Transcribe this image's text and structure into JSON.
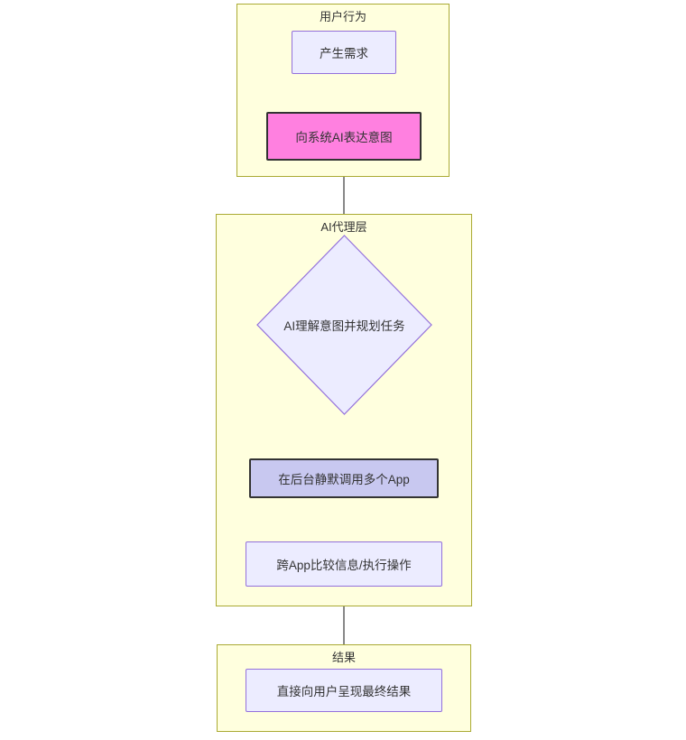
{
  "diagram": {
    "type": "flowchart",
    "direction": "top-down",
    "background_color": "#ffffff",
    "subgraph_fill": "#ffffde",
    "subgraph_stroke": "#aaaa33",
    "node_fill": "#ececff",
    "node_stroke": "#9370db",
    "edge_color": "#666666",
    "text_color": "#333333",
    "subgraphs": [
      {
        "id": "user-behavior",
        "title": "用户行为",
        "nodes": [
          {
            "id": "need",
            "label": "产生需求",
            "shape": "rect",
            "style": "default"
          },
          {
            "id": "express-intent",
            "label": "向系统AI表达意图",
            "shape": "rect",
            "style": "highlight-pink",
            "fill": "#ff80e0",
            "stroke": "#333333"
          }
        ]
      },
      {
        "id": "ai-agent-layer",
        "title": "AI代理层",
        "nodes": [
          {
            "id": "understand",
            "label": "AI理解意图并规划任务",
            "shape": "diamond",
            "style": "default"
          },
          {
            "id": "silent-call",
            "label": "在后台静默调用多个App",
            "shape": "rect",
            "style": "highlight-blue",
            "fill": "#c8c8f0",
            "stroke": "#333333"
          },
          {
            "id": "cross-app",
            "label": "跨App比较信息/执行操作",
            "shape": "rect",
            "style": "default"
          }
        ]
      },
      {
        "id": "result",
        "title": "结果",
        "nodes": [
          {
            "id": "present-result",
            "label": "直接向用户呈现最终结果",
            "shape": "rect",
            "style": "default"
          }
        ]
      }
    ],
    "edges": [
      {
        "from": "need",
        "to": "express-intent",
        "label": ""
      },
      {
        "from": "express-intent",
        "to": "understand",
        "label": ""
      },
      {
        "from": "understand",
        "to": "silent-call",
        "label": ""
      },
      {
        "from": "silent-call",
        "to": "cross-app",
        "label": ""
      },
      {
        "from": "cross-app",
        "to": "present-result",
        "label": ""
      }
    ]
  }
}
